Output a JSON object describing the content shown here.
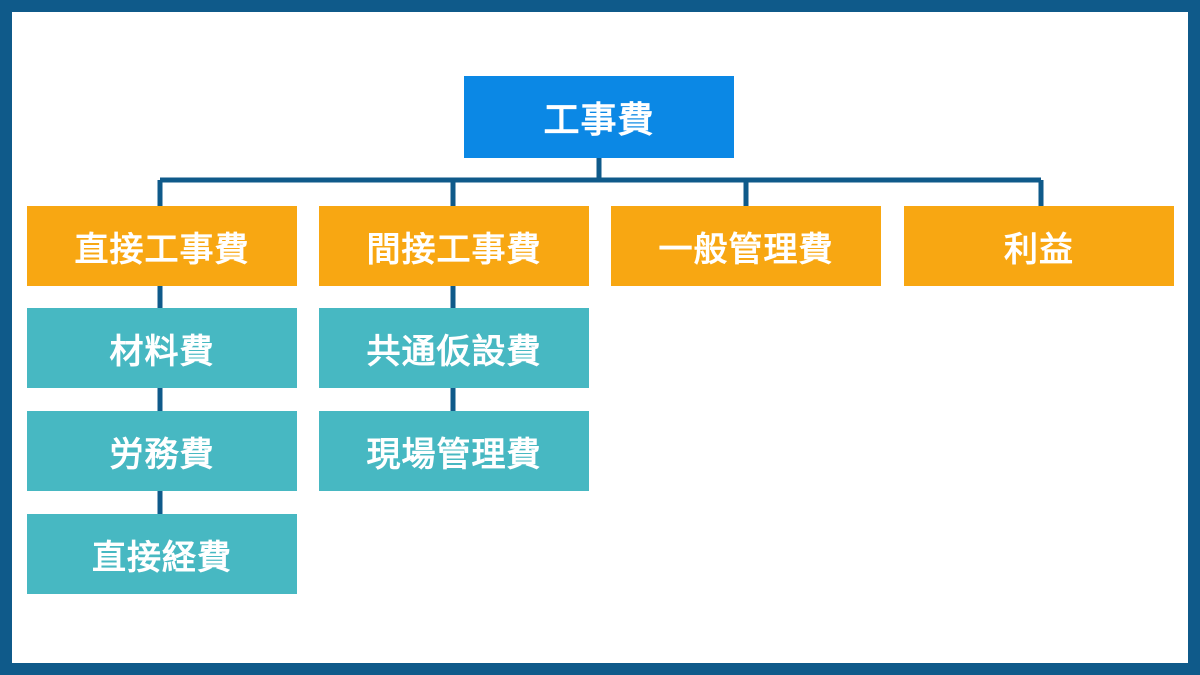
{
  "diagram": {
    "root": {
      "label": "工事費"
    },
    "categories": [
      {
        "label": "直接工事費",
        "children": [
          "材料費",
          "労務費",
          "直接経費"
        ]
      },
      {
        "label": "間接工事費",
        "children": [
          "共通仮設費",
          "現場管理費"
        ]
      },
      {
        "label": "一般管理費",
        "children": []
      },
      {
        "label": "利益",
        "children": []
      }
    ]
  },
  "colors": {
    "frame": "#0f5a8a",
    "connector": "#0f5a8a",
    "root": "#0b88e5",
    "category": "#f8a712",
    "subitem": "#47b8c2",
    "text": "#ffffff",
    "background": "#ffffff"
  }
}
